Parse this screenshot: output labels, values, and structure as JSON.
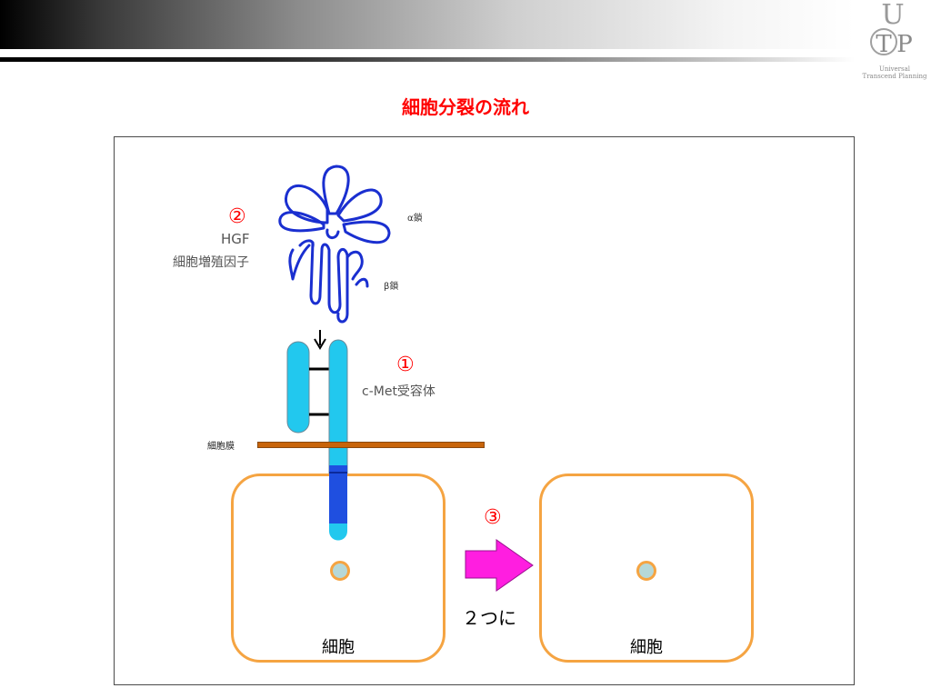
{
  "header": {
    "logo": {
      "letters": "UTP",
      "line1": "Universal",
      "line2": "Transcend Planning"
    }
  },
  "slide": {
    "title": "細胞分裂の流れ"
  },
  "diagram": {
    "markers": {
      "one": "①",
      "two": "②",
      "three": "③"
    },
    "hgf": {
      "name": "HGF",
      "description": "細胞増殖因子"
    },
    "alpha_chain_label": "α鎖",
    "beta_chain_label": "β鎖",
    "receptor_label": "c-Met受容体",
    "membrane_label": "細胞膜",
    "cell_left_label": "細胞",
    "cell_right_label": "細胞",
    "arrow_caption": "２つに",
    "colors": {
      "title": "#ff0000",
      "hgf_protein": "#1a2fd0",
      "receptor": "#22c8ee",
      "receptor_dark": "#1f4fe0",
      "membrane": "#c8640a",
      "cell_border": "#f5a442",
      "nucleus": "#b6d8d8",
      "arrow": "#ff1ee0"
    }
  }
}
